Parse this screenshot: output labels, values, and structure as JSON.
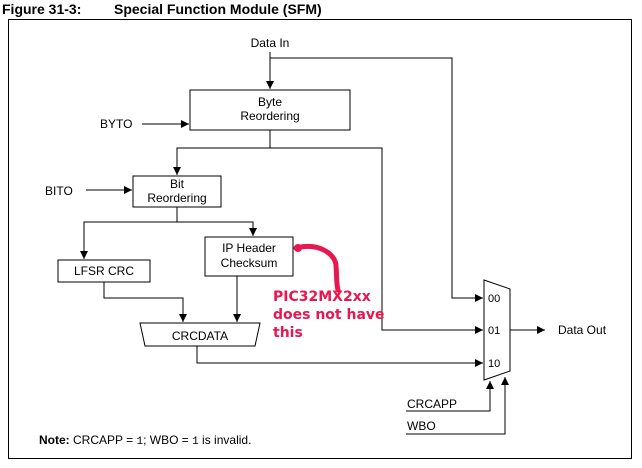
{
  "figure": {
    "number": "Figure 31-3:",
    "title": "Special Function Module (SFM)"
  },
  "signals": {
    "data_in": "Data In",
    "byto": "BYTO",
    "bito": "BITO",
    "data_out": "Data Out",
    "crcapp": "CRCAPP",
    "wbo": "WBO"
  },
  "blocks": {
    "byte_reordering": [
      "Byte",
      "Reordering"
    ],
    "bit_reordering": [
      "Bit",
      "Reordering"
    ],
    "ip_header_checksum": [
      "IP Header",
      "Checksum"
    ],
    "lfsr_crc": "LFSR CRC",
    "crcdata": "CRCDATA"
  },
  "mux_inputs": [
    "00",
    "01",
    "10"
  ],
  "note": {
    "label": "Note:",
    "t1": " CRCAPP = ",
    "v1": "1",
    "t2": "; WBO = ",
    "v2": "1",
    "t3": " is invalid."
  },
  "annotation": {
    "lines": [
      "PIC32MX2xx",
      "does not have",
      "this"
    ],
    "color": "#e8174f"
  }
}
